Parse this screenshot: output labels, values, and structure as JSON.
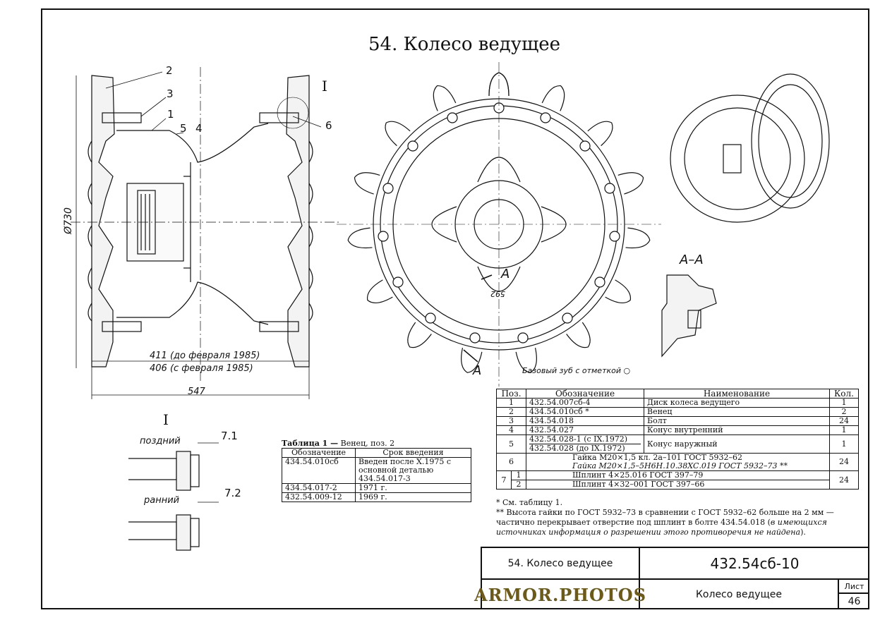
{
  "title": "54. Колесо ведущее",
  "callouts": [
    "2",
    "3",
    "1",
    "5",
    "4",
    "I",
    "6",
    "7.1",
    "7.2"
  ],
  "dims": {
    "diameter": "Ø730",
    "d411": "411 (до февраля 1985)",
    "d406": "406 (с февраля 1985)",
    "d547": "547",
    "sec_a": "A",
    "sec_aa": "A–A",
    "dim592": "592",
    "base_tooth": "Базовый зуб с отметкой ○"
  },
  "detail": {
    "title": "I",
    "late": "поздний",
    "early": "ранний"
  },
  "table1": {
    "caption_bold": "Таблица 1 —",
    "caption_rest": " Венец, поз. 2",
    "headers": [
      "Обозначение",
      "Срок введения"
    ],
    "rows": [
      [
        "434.54.010сб",
        "Введен после X.1975 с основной деталью 434.54.017-3"
      ],
      [
        "434.54.017-2",
        "1971 г."
      ],
      [
        "432.54.009-12",
        "1969 г."
      ]
    ]
  },
  "parts": {
    "headers": [
      "Поз.",
      "Обозначение",
      "Наименование",
      "Кол."
    ],
    "rows": [
      {
        "pos": "1",
        "code": "432.54.007сб-4",
        "name": "Диск колеса ведущего",
        "qty": "1"
      },
      {
        "pos": "2",
        "code": "434.54.010сб *",
        "name": "Венец",
        "qty": "2"
      },
      {
        "pos": "3",
        "code": "434.54.018",
        "name": "Болт",
        "qty": "24"
      },
      {
        "pos": "4",
        "code": "432.54.027",
        "name": "Конус внутренний",
        "qty": "1"
      }
    ],
    "row5": {
      "pos": "5",
      "code1": "432.54.028-1 (с IX.1972)",
      "code2": "432.54.028 (до IX.1972)",
      "name": "Конус наружный",
      "qty": "1"
    },
    "row6": {
      "pos": "6",
      "line1": "Гайка М20×1,5 кл. 2а–101 ГОСТ 5932–62",
      "line2": "Гайка М20×1,5–5Н6Н.10.38ХС.019 ГОСТ 5932–73 **",
      "qty": "24"
    },
    "row7": {
      "pos": "7",
      "sub1": "1",
      "line1": "Шплинт 4×25.016 ГОСТ 397–79",
      "sub2": "2",
      "line2": "Шплинт 4×32–001 ГОСТ 397–66",
      "qty": "24"
    }
  },
  "notes": {
    "n1": "*    См. таблицу 1.",
    "n2": "**   Высота гайки по ГОСТ 5932–73 в сравнении с ГОСТ 5932–62 больше на 2 мм — частично перекрывает отверстие под шплинт в болте 434.54.018 (",
    "n2_ital": "в имеющихся источниках информация о разрешении этого противоречия не найдена",
    "n2_end": ")."
  },
  "stamp": {
    "name": "54. Колесо ведущее",
    "code": "432.54сб-10",
    "watermark": "ARMOR.PHOTOS",
    "name2": "Колесо ведущее",
    "sheet_label": "Лист",
    "sheet": "46"
  }
}
